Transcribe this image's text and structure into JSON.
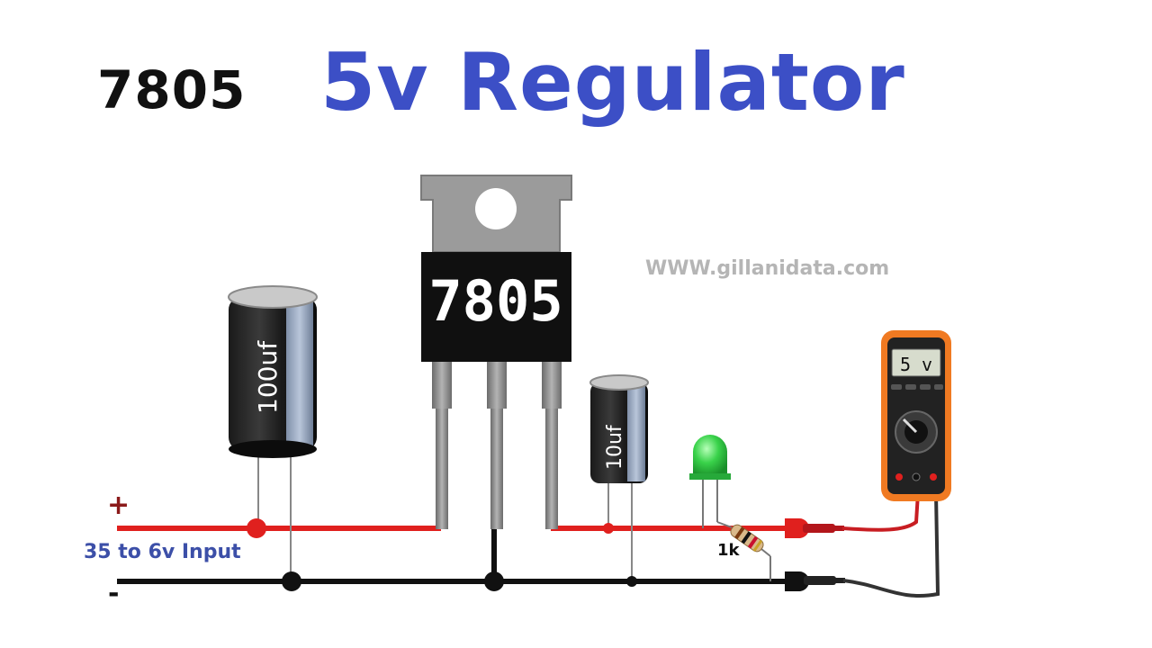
{
  "header": {
    "chip_name": "7805",
    "title": "5v Regulator"
  },
  "watermark": {
    "website": "WWW.gillanidata.com"
  },
  "regulator": {
    "label": "7805"
  },
  "capacitors": {
    "input_label": "100uf",
    "output_label": "10uf"
  },
  "input": {
    "plus_symbol": "+",
    "minus_symbol": "-",
    "range_label": "35 to 6v Input"
  },
  "resistor": {
    "label": "1k"
  },
  "multimeter": {
    "display_value": "5 v"
  },
  "colors": {
    "title_blue": "#3c4fc6",
    "positive_rail": "#e0201e",
    "negative_rail": "#111111",
    "meter_case": "#f07a22",
    "led_green": "#2ecc40"
  }
}
